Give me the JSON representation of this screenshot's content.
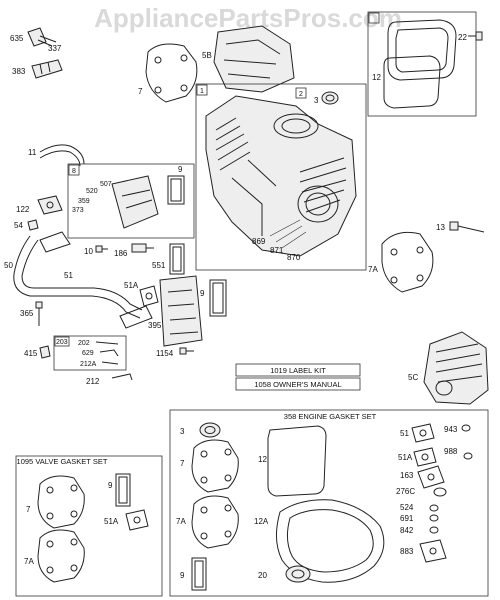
{
  "watermark": "AppliancePartsPros.com",
  "boxes": {
    "engine_gasket_set": "358 ENGINE GASKET SET",
    "valve_gasket_set": "1095 VALVE GASKET SET",
    "label_kit": "1019 LABEL KIT",
    "owners_manual": "1058 OWNER'S MANUAL"
  },
  "labels": {
    "l635": "635",
    "l337": "337",
    "l383": "383",
    "l5b": "5B",
    "l7_top": "7",
    "l1": "1",
    "l2": "2",
    "l3": "3",
    "l22": "22",
    "l12_top": "12",
    "l11": "11",
    "l8": "8",
    "l520": "520",
    "l507": "507",
    "l359": "359",
    "l373": "373",
    "l9_mid": "9",
    "l122": "122",
    "l54": "54",
    "l10": "10",
    "l186": "186",
    "l869": "869",
    "l871": "871",
    "l870": "870",
    "l13": "13",
    "l7a_right": "7A",
    "l50": "50",
    "l51_left": "51",
    "l551": "551",
    "l51a_mid": "51A",
    "l9_cover": "9",
    "l365": "365",
    "l395": "395",
    "l203": "203",
    "l202": "202",
    "l629": "629",
    "l212a": "212A",
    "l415": "415",
    "l212": "212",
    "l1154": "1154",
    "l5c": "5C",
    "g3": "3",
    "g7": "7",
    "g7a": "7A",
    "g9": "9",
    "g12": "12",
    "g12a": "12A",
    "g20": "20",
    "g51": "51",
    "g943": "943",
    "g51a": "51A",
    "g988": "988",
    "g163": "163",
    "g276c": "276C",
    "g524": "524",
    "g691": "691",
    "g842": "842",
    "g883": "883",
    "v7": "7",
    "v9": "9",
    "v51a": "51A",
    "v7a": "7A"
  }
}
